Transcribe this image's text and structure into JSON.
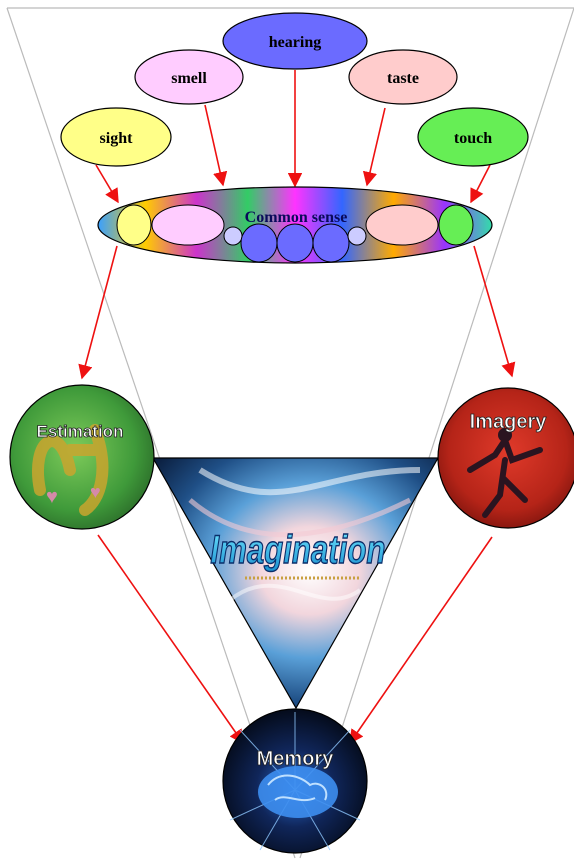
{
  "diagram": {
    "senses": {
      "hearing": "hearing",
      "smell": "smell",
      "taste": "taste",
      "sight": "sight",
      "touch": "touch"
    },
    "common_sense": "Common sense",
    "estimation": "Estimation",
    "imagery": "Imagery",
    "imagination": "Imagination",
    "memory": "Memory"
  },
  "colors": {
    "hearing": "#6b6bff",
    "smell": "#ffccff",
    "taste": "#ffcccc",
    "sight": "#ffff88",
    "touch": "#66ee55",
    "arrow": "#ee1111",
    "funnel": "#bbbbbb"
  }
}
